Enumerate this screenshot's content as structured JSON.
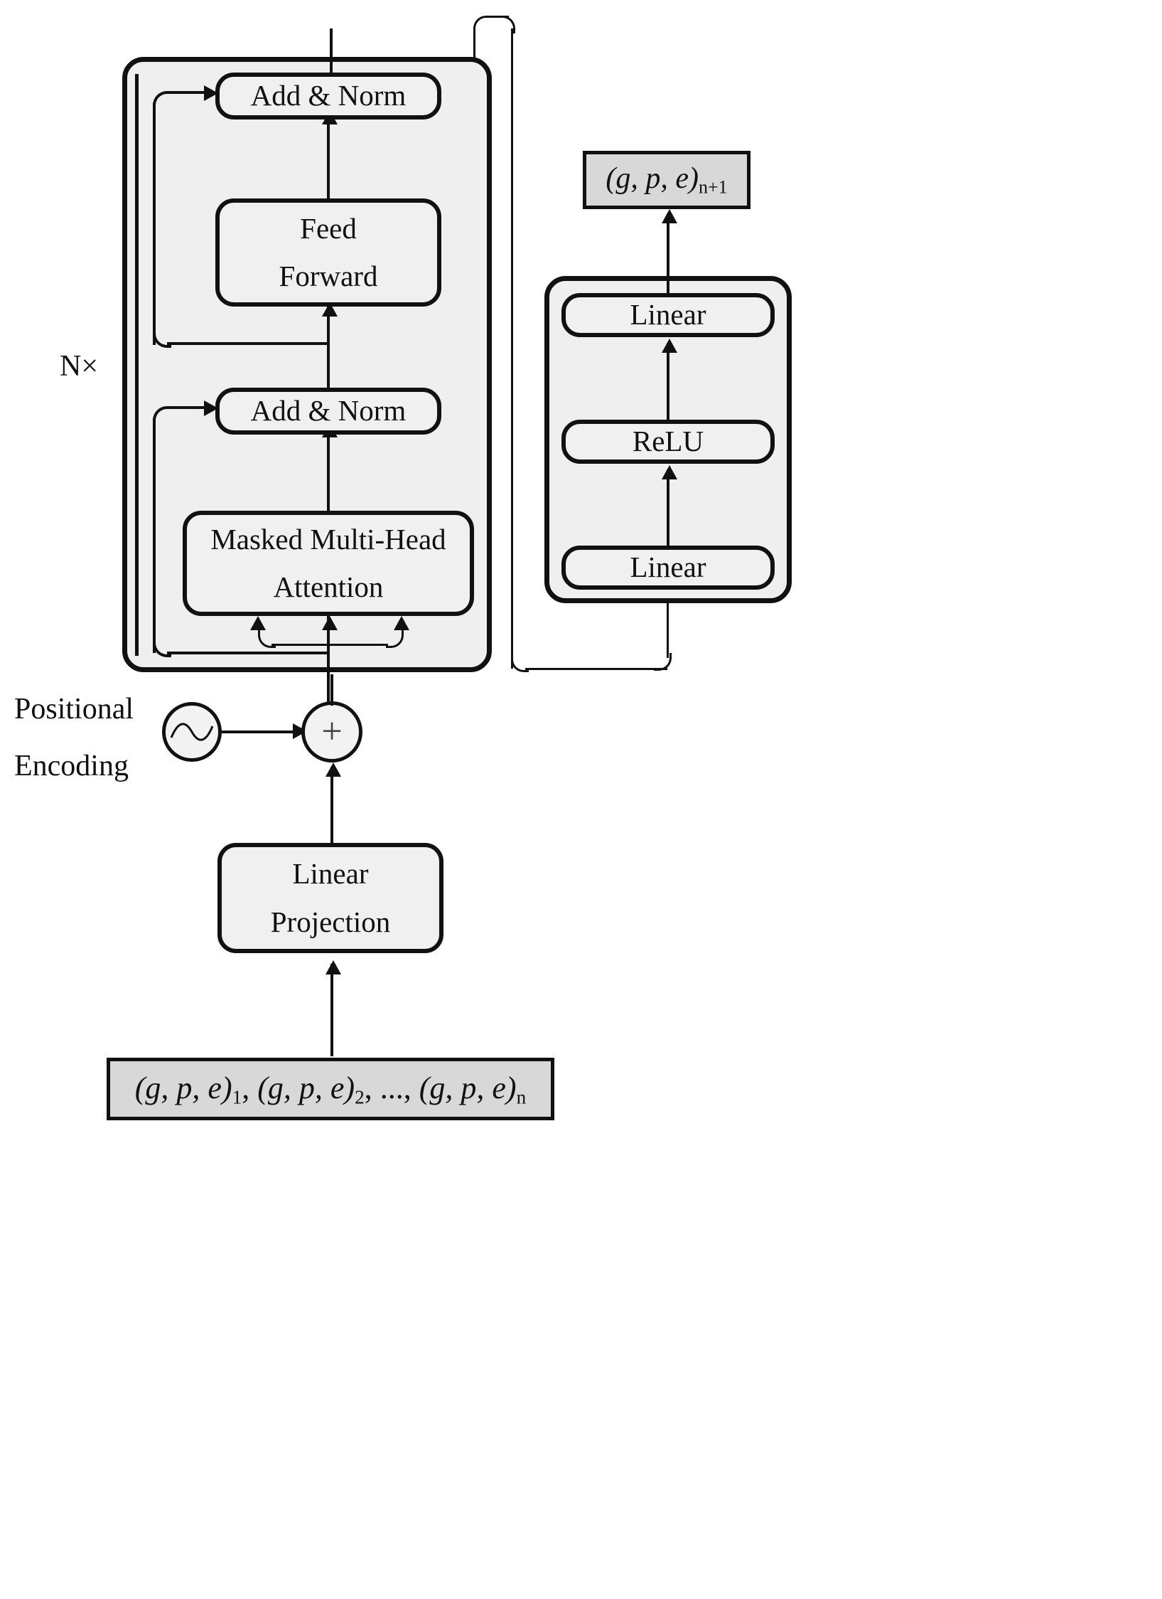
{
  "diagram": {
    "title": "Transformer decoder architecture with MLP prediction head",
    "colors": {
      "node_fill": "#f0f0f0",
      "group_fill": "#efefef",
      "data_fill": "#d8d8d8",
      "stroke": "#111111",
      "background": "#ffffff"
    }
  },
  "labels": {
    "repeat": "N×",
    "positional_line1": "Positional",
    "positional_line2": "Encoding",
    "plus": "+"
  },
  "decoder": {
    "add_norm_top": "Add & Norm",
    "feed_forward_line1": "Feed",
    "feed_forward_line2": "Forward",
    "add_norm_bottom": "Add & Norm",
    "attention_line1": "Masked Multi-Head",
    "attention_line2": "Attention"
  },
  "head": {
    "linear_top": "Linear",
    "relu": "ReLU",
    "linear_bottom": "Linear"
  },
  "projection": {
    "line1": "Linear",
    "line2": "Projection"
  },
  "io": {
    "output_prefix": "(g, p, e)",
    "output_subscript": "n+1",
    "input_tokens": [
      {
        "prefix": "(g, p, e)",
        "subscript": "1",
        "sep": ", "
      },
      {
        "prefix": "(g, p, e)",
        "subscript": "2",
        "sep": ", ..., "
      },
      {
        "prefix": "(g, p, e)",
        "subscript": "n",
        "sep": ""
      }
    ]
  },
  "icons": {
    "sine_wave": "sine-wave-icon",
    "plus_node": "plus-circle-icon"
  }
}
